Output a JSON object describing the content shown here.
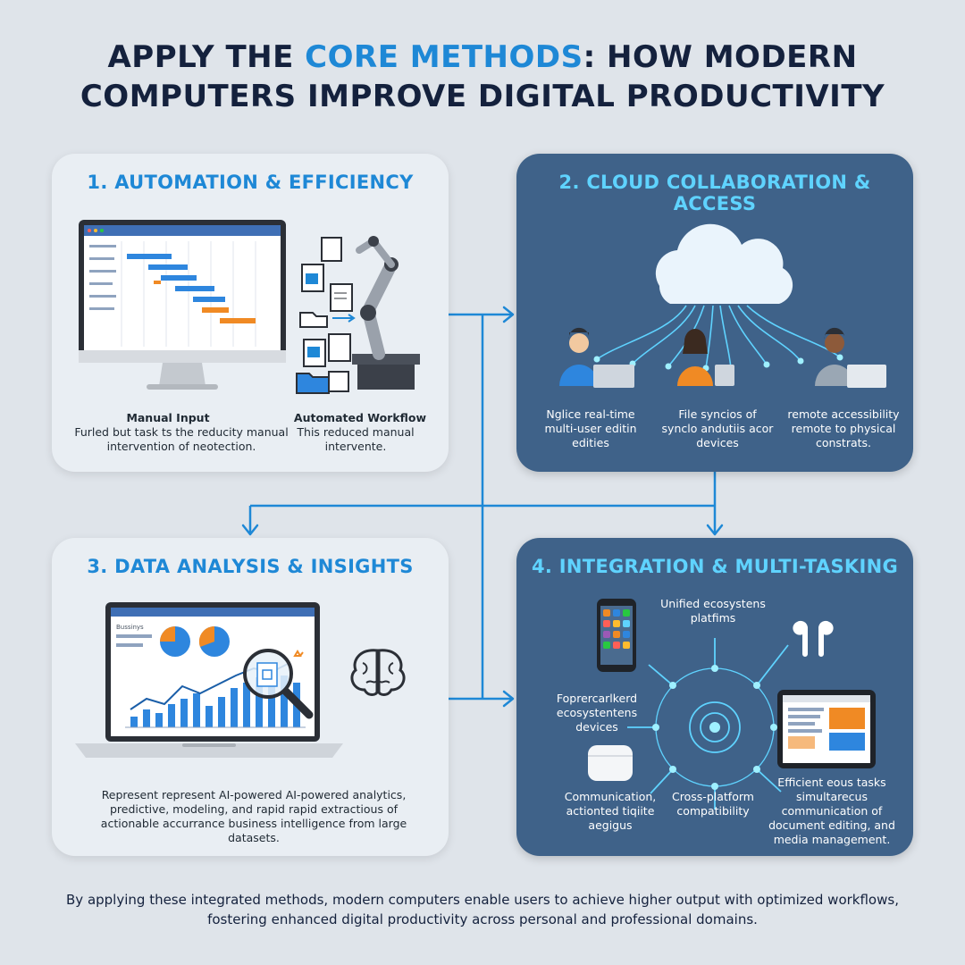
{
  "title": {
    "part1": "APPLY THE ",
    "accent": "CORE METHODS",
    "part2": ": HOW MODERN",
    "line2": "COMPUTERS IMPROVE DIGITAL PRODUCTIVITY"
  },
  "colors": {
    "accent": "#1e88d6",
    "dark_panel": "#3f6289",
    "light_panel": "#e9eef3",
    "cyan": "#5fd3ff",
    "orange": "#f08a24",
    "connector": "#1e88d6"
  },
  "panels": {
    "automation": {
      "title": "1. AUTOMATION & EFFICIENCY",
      "manual_heading": "Manual Input",
      "manual_text": "Furled but task ts the reducity manual intervention of neotection.",
      "auto_heading": "Automated Workflow",
      "auto_text": "This reduced manual intervente.",
      "icons": [
        "desktop-monitor-icon",
        "gantt-chart-icon",
        "robot-arm-icon",
        "document-icon",
        "folder-icon"
      ]
    },
    "cloud": {
      "title": "2. CLOUD COLLABORATION & ACCESS",
      "items": [
        "Nglice real-time multi-user editin edities",
        "File syncios of synclo andutiis acor devices",
        "remote accessibility remote to physical constrats."
      ],
      "icons": [
        "cloud-icon",
        "user-laptop-icon",
        "user-tablet-icon"
      ]
    },
    "data": {
      "title": "3. DATA ANALYSIS & INSIGHTS",
      "text": "Represent represent AI-powered AI-powered analytics, predictive, modeling, and rapid rapid extractious of actionable accurrance business intelligence from large datasets.",
      "dashboard_label": "Bussinys",
      "icons": [
        "laptop-icon",
        "pie-chart-icon",
        "bar-chart-icon",
        "magnifier-icon",
        "brain-icon"
      ]
    },
    "integration": {
      "title": "4. INTEGRATION & MULTI-TASKING",
      "unified": "Unified ecosystens platfims",
      "devices": "Foprercarlkerd ecosystentens devices",
      "communication": "Communication, actionted tiqiite aegigus",
      "cross": "Cross-platform compatibility",
      "efficient": "Efficient eous tasks simultarecus communication of document editing, and media management.",
      "icons": [
        "smartphone-icon",
        "earbuds-icon",
        "earbuds-case-icon",
        "tablet-icon",
        "network-hub-icon"
      ]
    }
  },
  "footer": "By applying these integrated methods, modern computers enable users to achieve higher output with optimized workflows, fostering enhanced digital productivity across personal and professional domains."
}
